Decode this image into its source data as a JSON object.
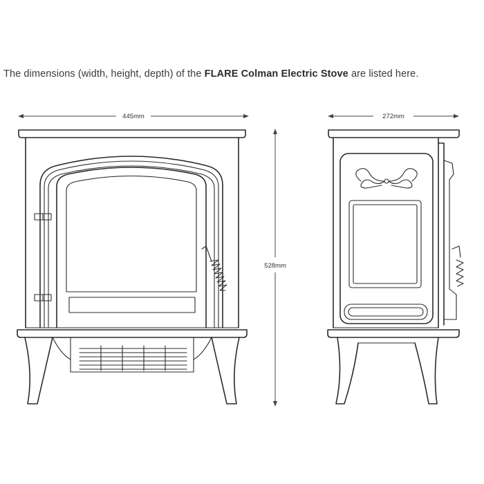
{
  "caption": {
    "before": "The dimensions (width, height, depth) of the ",
    "product": "FLARE Colman Electric Stove",
    "after": " are listed here."
  },
  "dimensions": {
    "width": "445mm",
    "height": "528mm",
    "depth": "272mm"
  }
}
